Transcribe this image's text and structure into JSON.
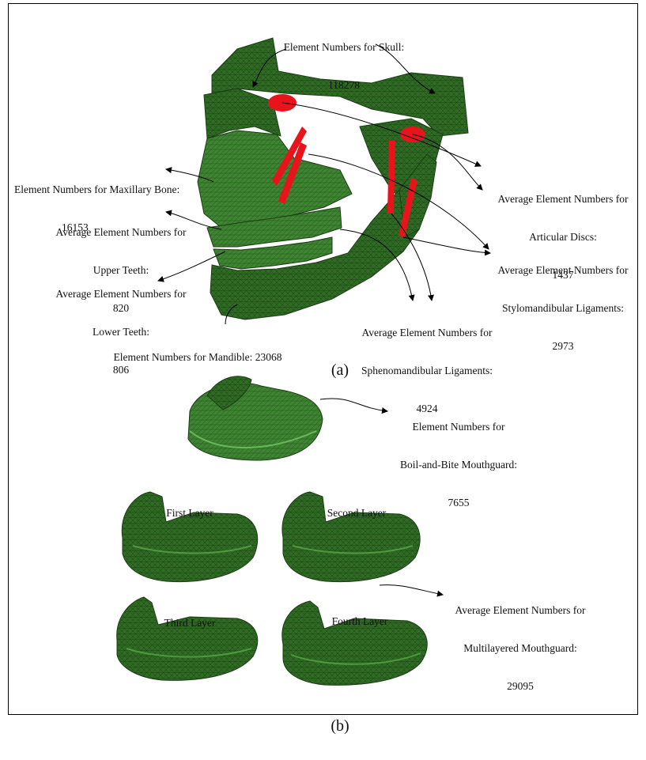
{
  "panel_a": {
    "tag": "(a)",
    "skull": {
      "line1": "Element Numbers for Skull:",
      "line2": "118278"
    },
    "maxillary": {
      "line1": "Element Numbers for Maxillary Bone:",
      "line2": "16153"
    },
    "upper_teeth": {
      "line1": "Average Element Numbers for",
      "line2": "Upper Teeth:",
      "line3": "820"
    },
    "lower_teeth": {
      "line1": "Average Element Numbers for",
      "line2": "Lower Teeth:",
      "line3": "806"
    },
    "mandible": {
      "line1": "Element Numbers for Mandible: 23068"
    },
    "articular": {
      "line1": "Average Element Numbers for",
      "line2": "Articular Discs:",
      "line3": "1437"
    },
    "stylo": {
      "line1": "Average Element Numbers for",
      "line2": "Stylomandibular Ligaments:",
      "line3": "2973"
    },
    "spheno": {
      "line1": "Average Element Numbers for",
      "line2": "Sphenomandibular Ligaments:",
      "line3": "4924"
    }
  },
  "panel_b": {
    "tag": "(b)",
    "boil": {
      "line1": "Element Numbers for",
      "line2": "Boil-and-Bite Mouthguard:",
      "line3": "7655"
    },
    "layers": [
      "First Layer",
      "Second Layer",
      "Third Layer",
      "Fourth Layer"
    ],
    "multi": {
      "line1": "Average Element Numbers for",
      "line2": "Multilayered Mouthguard:",
      "line3": "29095"
    }
  },
  "colors": {
    "mesh_green": "#2f6b25",
    "mesh_dark": "#1f4a18",
    "mesh_light": "#4f9a3f",
    "ligament_red": "#e8141b"
  }
}
